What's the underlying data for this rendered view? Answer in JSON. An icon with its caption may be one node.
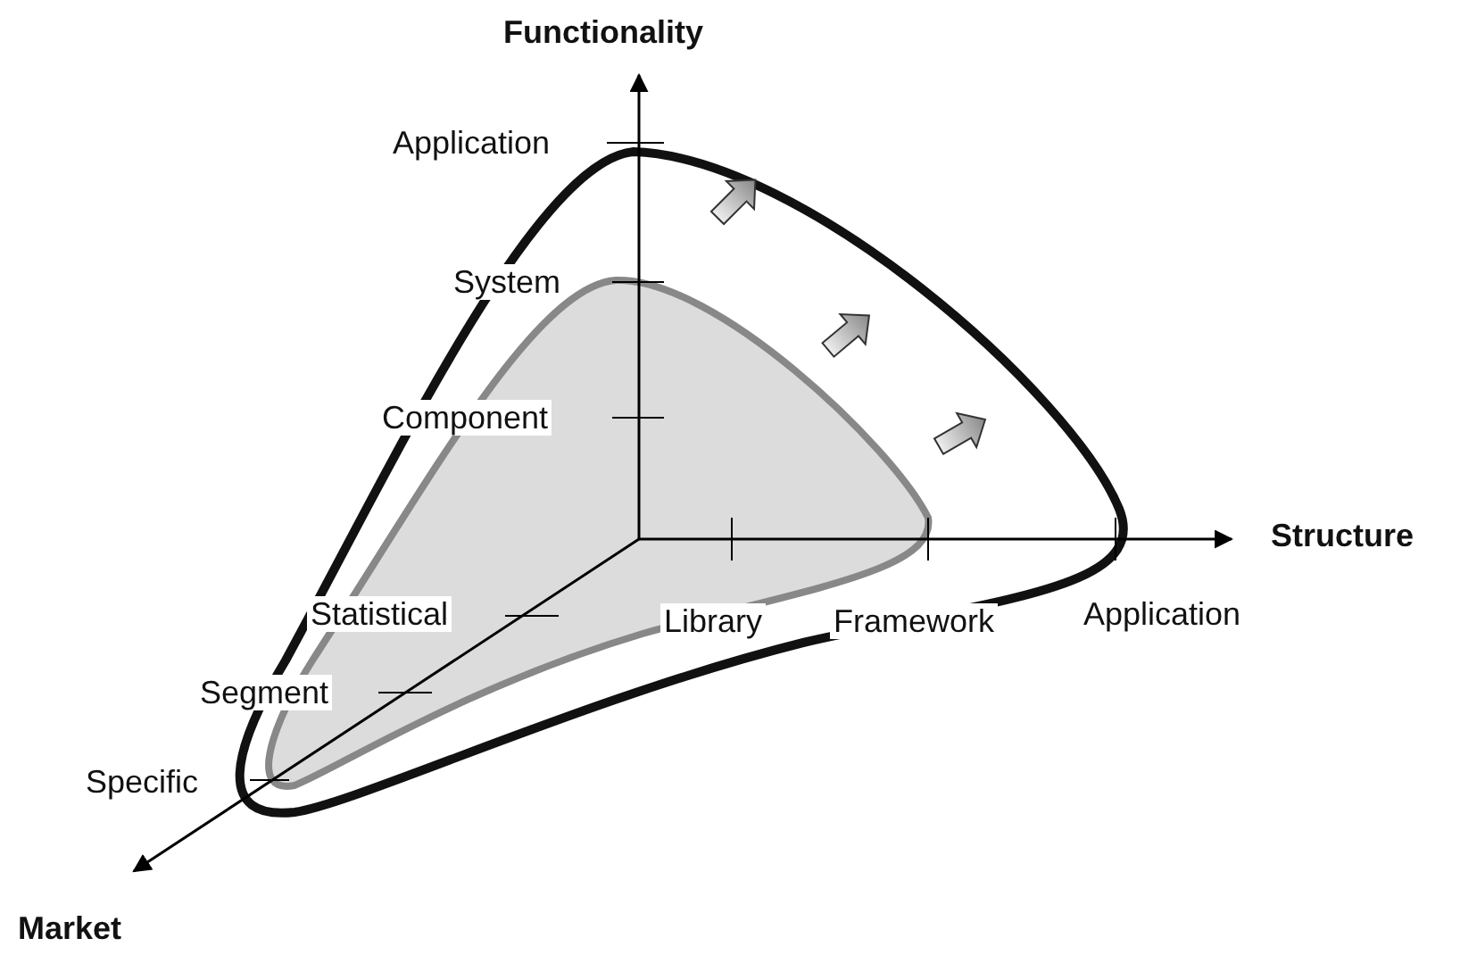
{
  "diagram": {
    "labels": [
      "Functionality",
      "Application",
      "System",
      "Component",
      "Structure",
      "Statistical",
      "Library",
      "Framework",
      "Application",
      "Segment",
      "Specific",
      "Market"
    ]
  }
}
